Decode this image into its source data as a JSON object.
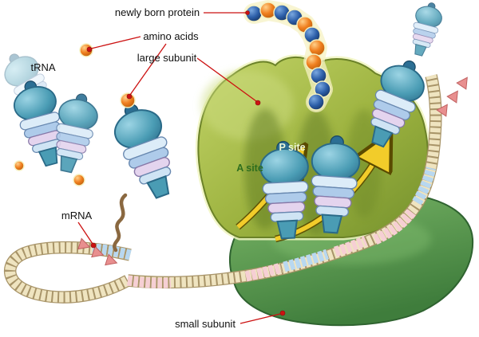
{
  "diagram": {
    "type": "biology-translation-ribosome",
    "labels": {
      "newly_born_protein": "newly born protein",
      "amino_acids": "amino acids",
      "large_subunit": "large subunit",
      "trna": "tRNA",
      "mrna": "mRNA",
      "small_subunit": "small subunit",
      "a_site": "A site",
      "p_site": "P site"
    },
    "colors": {
      "large_subunit": "#9cb23f",
      "small_subunit": "#4f8f47",
      "trna_teal": "#4a9cb4",
      "amino_acid_orange": "#f08020",
      "amino_acid_blue": "#2c5ea8",
      "mrna_base": "#efe4c0",
      "mrna_blue": "#b8d8f0",
      "mrna_pink": "#f6cfd4",
      "leader_line": "#cc1111",
      "arrow_yellow": "#f2cc2a",
      "chevron_pink": "#e88f8f",
      "a_site_text": "#2e6e1e",
      "p_site_text": "#edf7d8"
    }
  }
}
